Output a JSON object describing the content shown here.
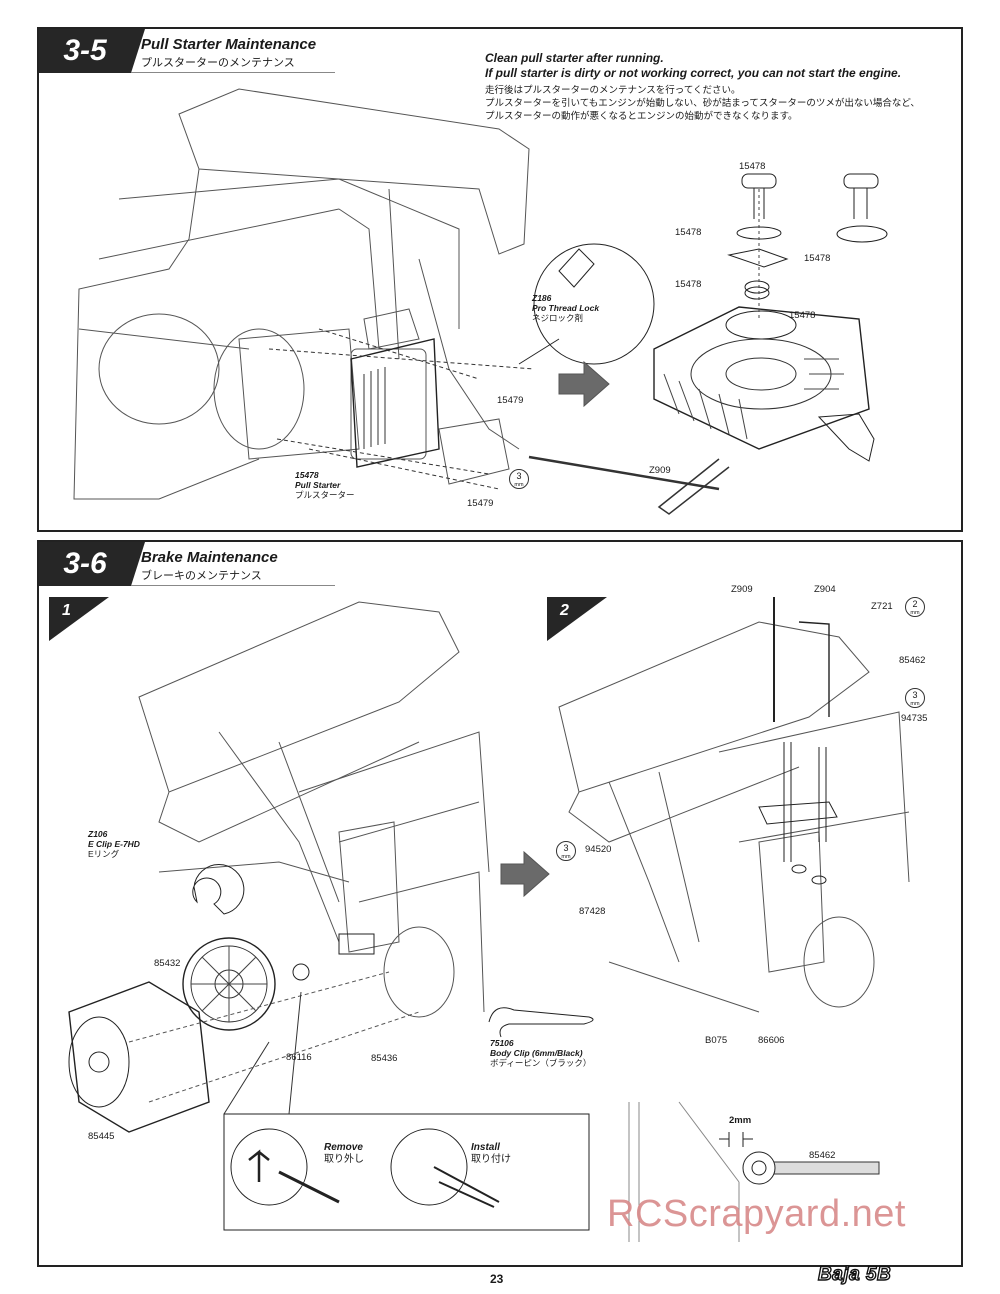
{
  "page_number": "23",
  "brand_logo": "Baja 5B",
  "watermark": "RCScrapyard.net",
  "section_3_5": {
    "badge": "3-5",
    "title": "Pull Starter Maintenance",
    "subtitle_jp": "プルスターターのメンテナンス",
    "notice_en_1": "Clean pull starter after running.",
    "notice_en_2": "If pull starter is dirty or not working correct, you can not start the engine.",
    "notice_jp_1": "走行後はプルスターターのメンテナンスを行ってください。",
    "notice_jp_2": "プルスターターを引いてもエンジンが始動しない、砂が詰まってスターターのツメが出ない場合など、",
    "notice_jp_3": "プルスターターの動作が悪くなるとエンジンの始動ができなくなります。",
    "thread_lock_code": "Z186",
    "thread_lock_name": "Pro Thread Lock",
    "thread_lock_jp": "ネジロック剤",
    "starter_code": "15478",
    "starter_name": "Pull Starter",
    "starter_jp": "プルスターター",
    "part_15478": "15478",
    "part_15479": "15479",
    "hex_tool": "Z909",
    "tool_size": "3",
    "tool_unit": "mm"
  },
  "section_3_6": {
    "badge": "3-6",
    "title": "Brake Maintenance",
    "subtitle_jp": "ブレーキのメンテナンス",
    "step1": "1",
    "step2": "2",
    "eclip_code": "Z106",
    "eclip_name": "E Clip E-7HD",
    "eclip_jp": "Eリング",
    "bodyclip_code": "75106",
    "bodyclip_name": "Body Clip (6mm/Black)",
    "bodyclip_jp": "ボディーピン（ブラック）",
    "parts": {
      "p85432": "85432",
      "p86116": "86116",
      "p85436": "85436",
      "p85445": "85445",
      "pZ909": "Z909",
      "pZ904": "Z904",
      "pZ721": "Z721",
      "p85462": "85462",
      "p94735": "94735",
      "p94520": "94520",
      "p87428": "87428",
      "pB075": "B075",
      "p86606": "86606"
    },
    "tool_2": "2",
    "tool_3": "3",
    "tool_unit": "mm",
    "remove_en": "Remove",
    "remove_jp": "取り外し",
    "install_en": "Install",
    "install_jp": "取り付け",
    "gap": "2mm"
  }
}
